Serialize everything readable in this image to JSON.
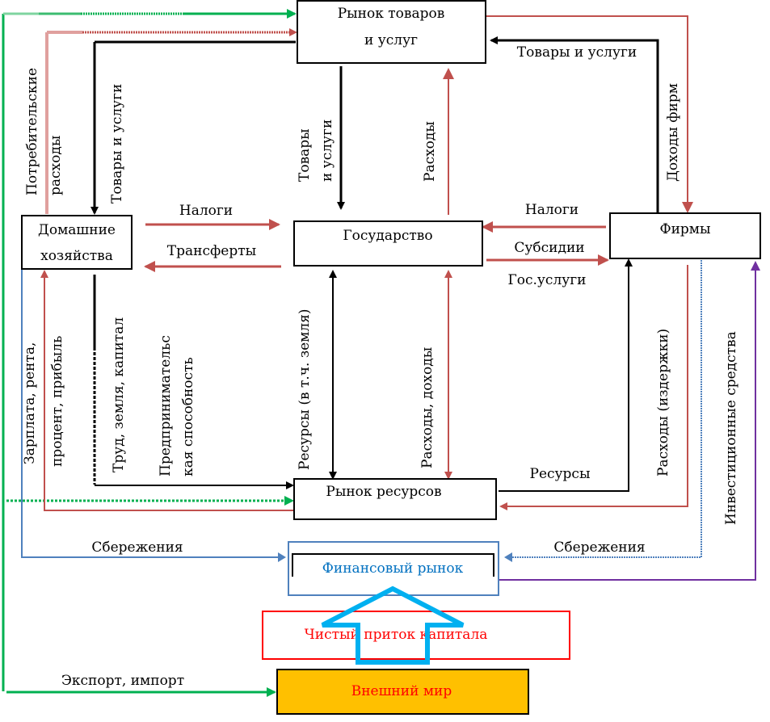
{
  "title": "Кругооборот доходов и расходов в открытой экономике",
  "colors": {
    "black": "#000000",
    "red_flow": "#c0504d",
    "light_red": "#e0a09e",
    "green": "#00b050",
    "light_green": "#7fd4a0",
    "blue": "#4f81bd",
    "purple": "#7030a0",
    "capital_box": "#ff0000",
    "capital_arrow": "#00b0f0",
    "finance_text": "#0070c0",
    "external_fill": "#ffc000",
    "external_text": "#ff0000"
  },
  "nodes": {
    "goods_market": {
      "line1": "Рынок товаров",
      "line2": "и услуг"
    },
    "households": {
      "line1": "Домашние",
      "line2": "хозяйства"
    },
    "government": {
      "label": "Государство"
    },
    "firms": {
      "label": "Фирмы"
    },
    "resource_market": {
      "label": "Рынок ресурсов"
    },
    "financial_market": {
      "label": "Финансовый рынок"
    },
    "capital_inflow": {
      "label": "Чистый приток капитала"
    },
    "external_world": {
      "label": "Внешний мир"
    }
  },
  "flows": {
    "consumer_spending": {
      "line1": "Потребительские",
      "line2": "расходы"
    },
    "goods_to_households": "Товары и услуги",
    "goods_to_government": {
      "line1": "Товары",
      "line2": "и услуги"
    },
    "gov_spending_goods": "Расходы",
    "goods_from_firms": "Товары и услуги",
    "firm_revenue": "Доходы фирм",
    "household_taxes": "Налоги",
    "transfers": "Трансферты",
    "firm_taxes": "Налоги",
    "subsidies": "Субсидии",
    "gov_services": "Гос.услуги",
    "household_income": {
      "line1": "Зарплата, рента,",
      "line2": "процент, прибыль"
    },
    "factors_supply": "Труд, земля, капитал",
    "entrepreneurship": {
      "line1": "Предпринимательс",
      "line2": "кая способность"
    },
    "gov_resources": "Ресурсы (в т.ч. земля)",
    "gov_resource_spending": "Расходы, доходы",
    "resources_to_firms": "Ресурсы",
    "firm_costs": "Расходы (издержки)",
    "investment_funds": "Инвестиционные средства",
    "household_savings": "Сбережения",
    "firm_savings": "Сбережения",
    "export_import": "Экспорт, импорт"
  }
}
